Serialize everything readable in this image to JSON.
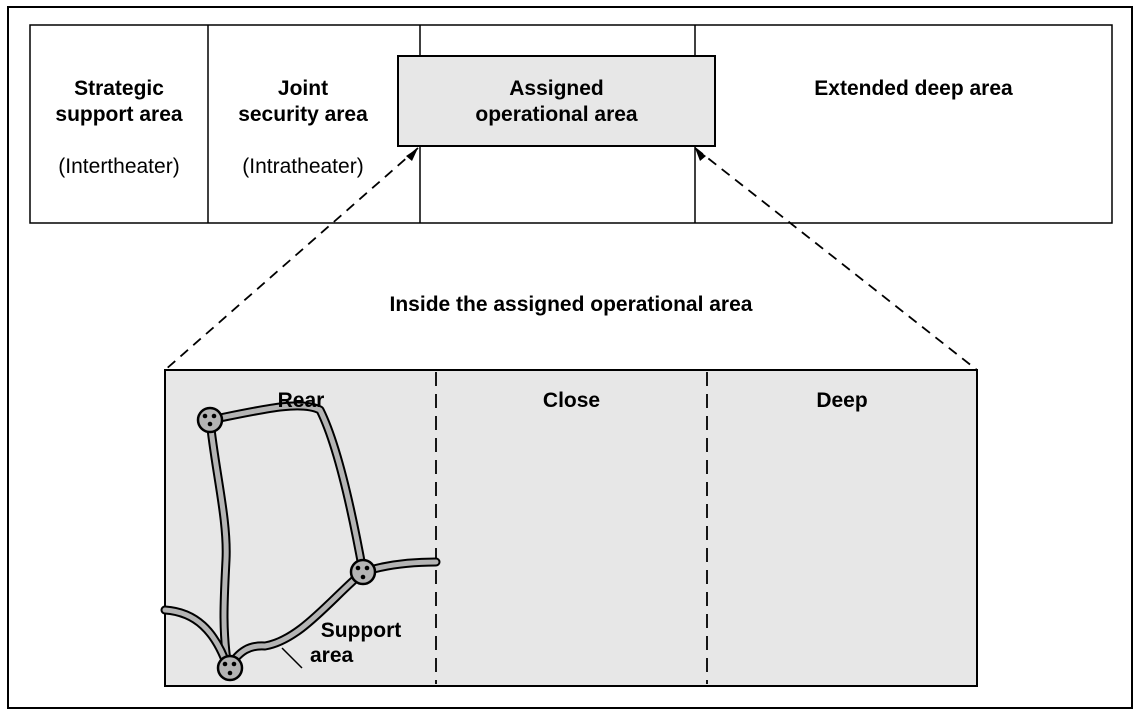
{
  "top_row": {
    "strategic": {
      "title_line1": "Strategic",
      "title_line2": "support area",
      "subtitle": "(Intertheater)"
    },
    "joint": {
      "title_line1": "Joint",
      "title_line2": "security area",
      "subtitle": "(Intratheater)"
    },
    "assigned": {
      "title_line1": "Assigned",
      "title_line2": "operational area"
    },
    "extended": {
      "title": "Extended deep area"
    }
  },
  "inset_title": "Inside the assigned operational area",
  "inset": {
    "rear": "Rear",
    "close": "Close",
    "deep": "Deep",
    "support_line1": "Support",
    "support_line2": "area"
  },
  "colors": {
    "panel_fill": "#e7e7e7",
    "stroke": "#000000",
    "road_fill": "#b4b4b4"
  }
}
